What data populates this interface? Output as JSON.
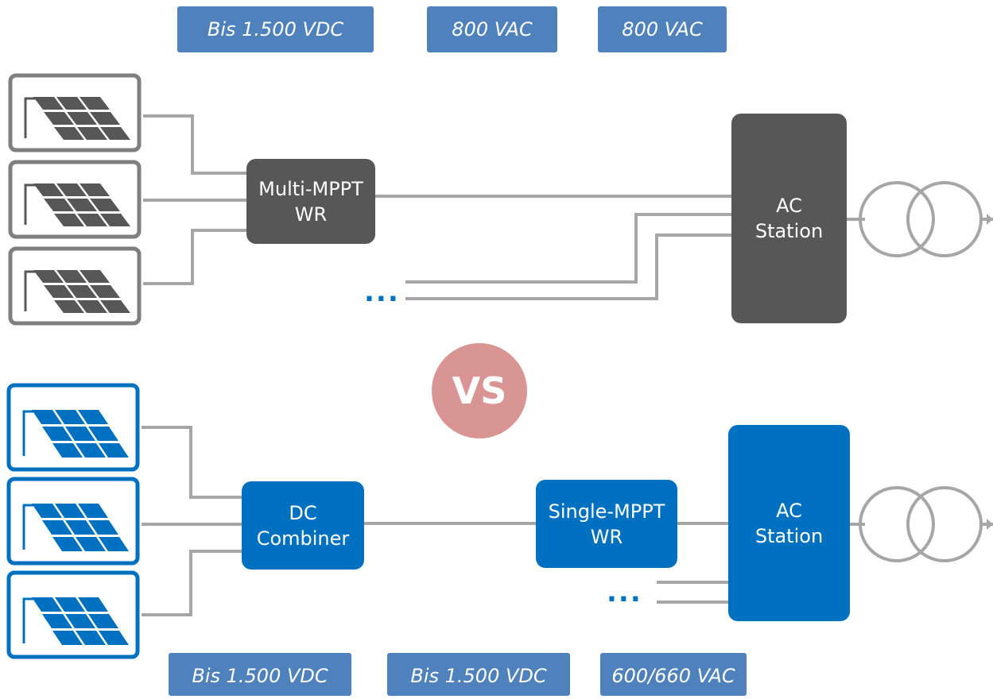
{
  "colors": {
    "gray_dark": "#575757",
    "gray_line": "#a6a6a6",
    "gray_frame": "#7f7f7f",
    "blue": "#0070c0",
    "blue_label": "#4f81bd",
    "vs_circle": "#d99594"
  },
  "top": {
    "labels": [
      "Bis 1.500 VDC",
      "800 VAC",
      "800 VAC"
    ],
    "inverter": [
      "Multi-MPPT",
      "WR"
    ],
    "station": [
      "AC",
      "Station"
    ],
    "dots": "..."
  },
  "vs": "VS",
  "bottom": {
    "combiner": [
      "DC",
      "Combiner"
    ],
    "inverter": [
      "Single-MPPT",
      "WR"
    ],
    "station": [
      "AC",
      "Station"
    ],
    "dots": "...",
    "labels": [
      "Bis 1.500 VDC",
      "Bis 1.500 VDC",
      "600/660 VAC"
    ]
  },
  "icons": [
    "solar-panel-icon",
    "transformer-icon"
  ]
}
